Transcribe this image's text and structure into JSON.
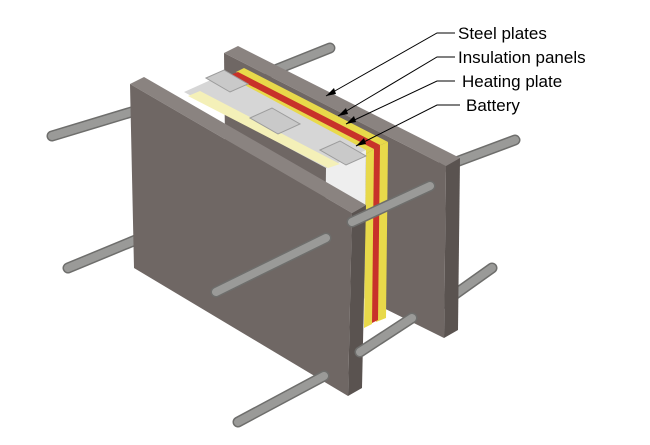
{
  "labels": [
    "Steel plates",
    "Insulation panels",
    "Heating plate",
    "Battery"
  ],
  "colors": {
    "steel_front": "#6f6764",
    "steel_side": "#5a5350",
    "steel_top": "#8a8380",
    "rod": "#9a9a98",
    "rod_edge": "#6e6e6c",
    "battery_top": "#d6d6d6",
    "battery_side": "#eeeeee",
    "insulation": "#e8d94a",
    "heating": "#c8322a",
    "terminal": "#c9c9c9"
  }
}
